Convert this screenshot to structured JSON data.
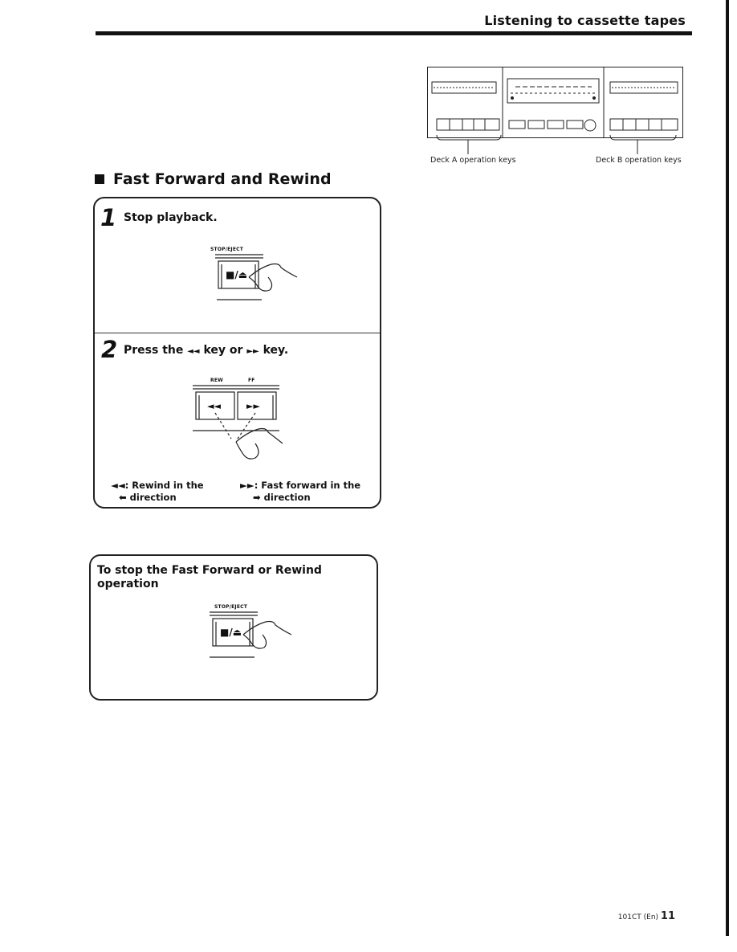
{
  "header": {
    "running_head": "Listening to cassette tapes"
  },
  "section": {
    "heading": "Fast Forward and Rewind"
  },
  "step1": {
    "number": "1",
    "instruction": "Stop playback.",
    "key_label": "STOP/EJECT",
    "key_symbol": "■/⏏"
  },
  "step2": {
    "number": "2",
    "instruction_prefix": "Press the",
    "rew_symbol": "◄◄",
    "instruction_mid": "key or",
    "ff_symbol": "►►",
    "instruction_suffix": "key.",
    "rew_label": "REW",
    "ff_label": "FF",
    "rew_caption_line1": "◄◄: Rewind in the",
    "rew_caption_line2": "⬅ direction",
    "ff_caption_line1": "►►: Fast forward in the",
    "ff_caption_line2": "➡ direction"
  },
  "note": {
    "title": "To stop the Fast Forward or Rewind operation",
    "key_label": "STOP/EJECT",
    "key_symbol": "■/⏏"
  },
  "figure": {
    "deck_a_caption": "Deck A operation keys",
    "deck_b_caption": "Deck B operation keys"
  },
  "footer": {
    "code": "101CT (En)",
    "page_number": "11"
  }
}
